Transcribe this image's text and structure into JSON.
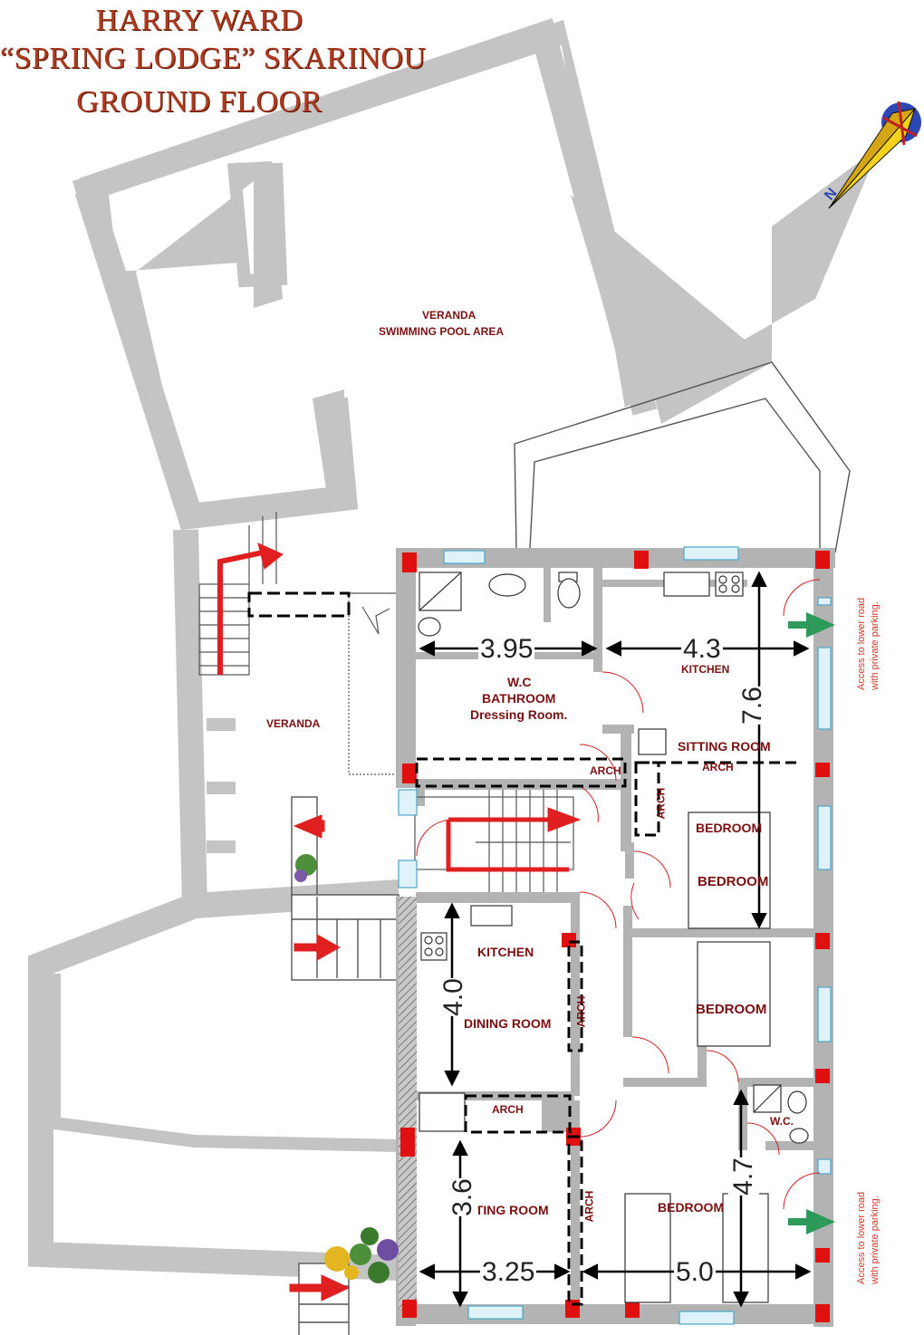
{
  "title": {
    "line1": "HARRY WARD",
    "line2": "“SPRING LODGE” SKARINOU",
    "line3": "GROUND FLOOR"
  },
  "compass": {
    "label": "N",
    "icon": "north-arrow-icon"
  },
  "labels": {
    "veranda_pool_1": "VERANDA",
    "veranda_pool_2": "SWIMMING POOL AREA",
    "veranda": "VERANDA",
    "wc_bath_1": "W.C",
    "wc_bath_2": "BATHROOM",
    "wc_bath_3": "Dressing Room.",
    "kitchen_top": "KITCHEN",
    "sitting_room_top": "SITTING ROOM",
    "arch_top_left": "ARCH",
    "arch_top_right": "ARCH",
    "arch_vertical": "ARCH",
    "bedroom_1a": "BEDROOM",
    "bedroom_1b": "BEDROOM",
    "bedroom_2": "BEDROOM",
    "kitchen_bottom": "KITCHEN",
    "dining_room": "DINING ROOM",
    "arch_dining": "ARCH",
    "arch_middle": "ARCH",
    "sitting_room_bottom": "SITTING ROOM",
    "arch_bottom": "ARCH",
    "bedroom_3": "BEDROOM",
    "wc_small": "W.C."
  },
  "dimensions": {
    "d1": "3.95",
    "d2": "4.3",
    "d3": "7.6",
    "d4": "4.0",
    "d5": "3.6",
    "d6": "3.25",
    "d7": "5.0",
    "d8": "4.7"
  },
  "access": {
    "line1": "Access to lower road",
    "line2": "with private parking."
  },
  "colors": {
    "wall": "#b3b3b3",
    "column": "#e01010",
    "arrow_red": "#e02020",
    "arrow_green": "#2e9a5a",
    "label": "#7a1010",
    "title": "#b03a1e",
    "window": "#9fd4ea"
  }
}
